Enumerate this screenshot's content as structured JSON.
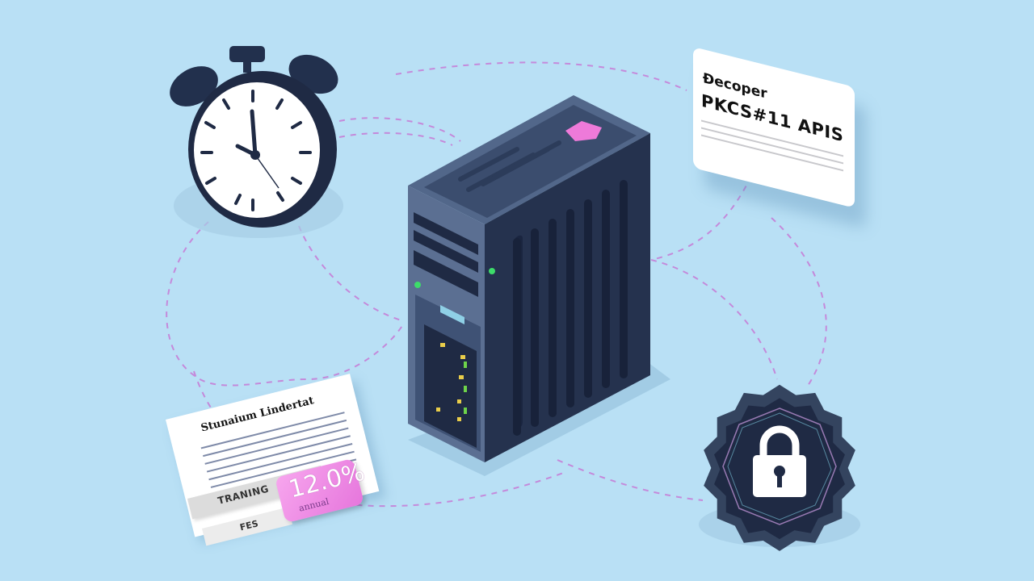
{
  "scene": {
    "background_color": "#b9e0f5",
    "accent_dash_color": "#c77ad6",
    "dark_navy": "#1f2a44",
    "server_face": "#4a5d7c"
  },
  "clock": {
    "icon": "alarm-clock-icon",
    "time_shown": "10:00"
  },
  "api_card": {
    "line1": "Đecoper",
    "line2": "PKCS#11 APIS"
  },
  "fee_document": {
    "title": "Stunaium Lindertat",
    "ribbon_label": "TRANING",
    "ribbon_sub_label": "FES",
    "price_tag": {
      "value": "12.0%",
      "sub_label": "annual"
    }
  },
  "server": {
    "icon": "server-tower-icon",
    "status_leds": [
      "#3ddc6a",
      "#3ddc6a"
    ]
  },
  "security_badge": {
    "icon": "padlock-icon"
  }
}
